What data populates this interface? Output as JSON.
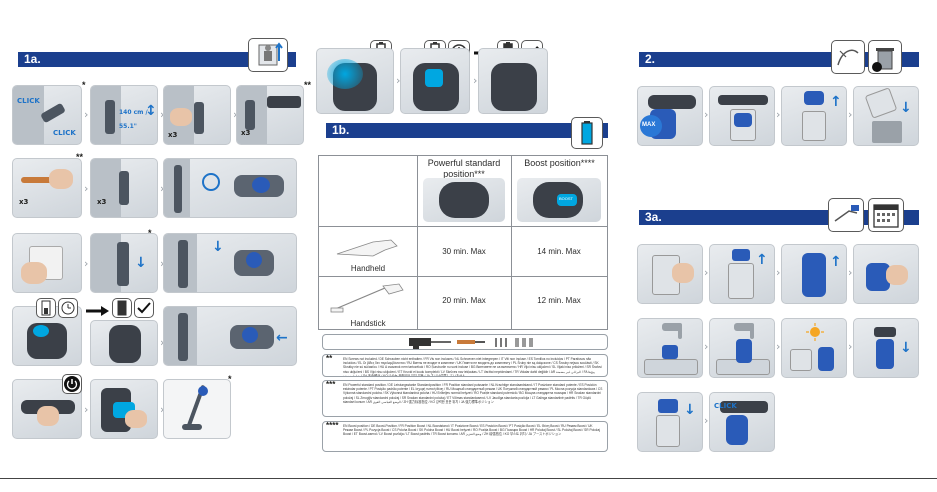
{
  "sections": {
    "s1a": "1a.",
    "s1b": "1b.",
    "s2": "2.",
    "s3a": "3a."
  },
  "table": {
    "col_standard": "Powerful standard position***",
    "col_boost": "Boost position****",
    "rows": [
      {
        "label": "Handheld",
        "standard": "30 min. Max",
        "boost": "14 min. Max"
      },
      {
        "label": "Handstick",
        "standard": "20 min. Max",
        "boost": "12 min. Max"
      }
    ]
  },
  "step_labels": {
    "click1": "CLICK",
    "click2": "CLICK",
    "click3": "CLICK",
    "x3a": "x3",
    "x3b": "x3",
    "x3c": "x3",
    "x3d": "x3",
    "max": "MAX",
    "boost": "BOOST",
    "dim": "140 cm / 55.1\""
  },
  "markers": {
    "one_star": "*",
    "two_star": "**",
    "three_star": "***",
    "four_star": "****"
  },
  "notes": [
    {
      "mark": "**",
      "text": "EN Screws not included / DE Schrauben nicht enthalten / FR Vis non incluses / NL Schroeven niet inbegrepen / IT Viti non incluse / ES Tornillos no incluidos / PT Parafusos não incluídos / EL Οι βίδες δεν περιλαμβάνονται / RU Винты не входят в комплект / UK Гвинти не входять до комплекту / PL Śruby nie są dołączone / CS Šrouby nejsou součástí / SK Skrutky nie sú súčasťou / HU A csavarok nem tartozékok / RO Șuruburile nu sunt incluse / BG Винтовете не са включени / HR Vijci nisu uključeni / SL Vijaki niso priloženi / SR Šrafovi nisu uključeni / BS Vijci nisu uključeni / ET Kruvid ei kuulu komplekti / LV Skrūves nav iekļautas / LT Varžtai nepridedami / TR Vidalar dahil değildir / AR البراغي غير مضمنة / FA پیچ‌ها شامل نیستند / ZH 不含螺丝 / KO 나사는 포함되어 있지 않음 / JA ネジは付属していません"
    },
    {
      "mark": "***",
      "text": "EN Powerful standard position / DE Leistungsstarke Standardposition / FR Position standard puissante / NL Krachtige standaardstand / IT Posizione standard potente / ES Posición estándar potente / PT Posição padrão potente / EL Ισχυρή τυπική θέση / RU Мощный стандартный режим / UK Потужний стандартний режим / PL Mocna pozycja standardowa / CS Výkonná standardní poloha / SK Výkonná štandardná poloha / HU Erőteljes normál helyzet / RO Poziție standard puternică / BG Мощна стандартна позиция / HR Snažan standardni položaj / SL Zmogljiv standardni položaj / SR Snažan standardni položaj / ET Võimas standardasend / LV Jaudīga standarta pozīcija / LT Galinga standartinė padėtis / TR Güçlü standart konum / AR الوضع القياسي القوي / ZH 强力标准档位 / KO 강력한 표준 위치 / JA 強力標準ポジション"
    },
    {
      "mark": "****",
      "text": "EN Boost position / DE Boost-Position / FR Position Boost / NL Booststand / IT Posizione Boost / ES Posición Boost / PT Posição Boost / EL Θέση Boost / RU Режим Boost / UK Режим Boost / PL Pozycja Boost / CS Poloha Boost / SK Poloha Boost / HU Boost helyzet / RO Poziția Boost / BG Позиция Boost / HR Položaj Boost / SL Položaj Boost / SR Položaj Boost / ET Boost-asend / LV Boost pozīcija / LT Boost padėtis / TR Boost konumu / AR وضع التعزيز / ZH 增强档位 / KO 부스트 위치 / JA ブーストポジション"
    }
  ],
  "colors": {
    "header_bg": "#1b3f8e",
    "device_blue": "#2a5bb8",
    "arrow_blue": "#1e73c8",
    "battery_cyan": "#00a7e1"
  }
}
